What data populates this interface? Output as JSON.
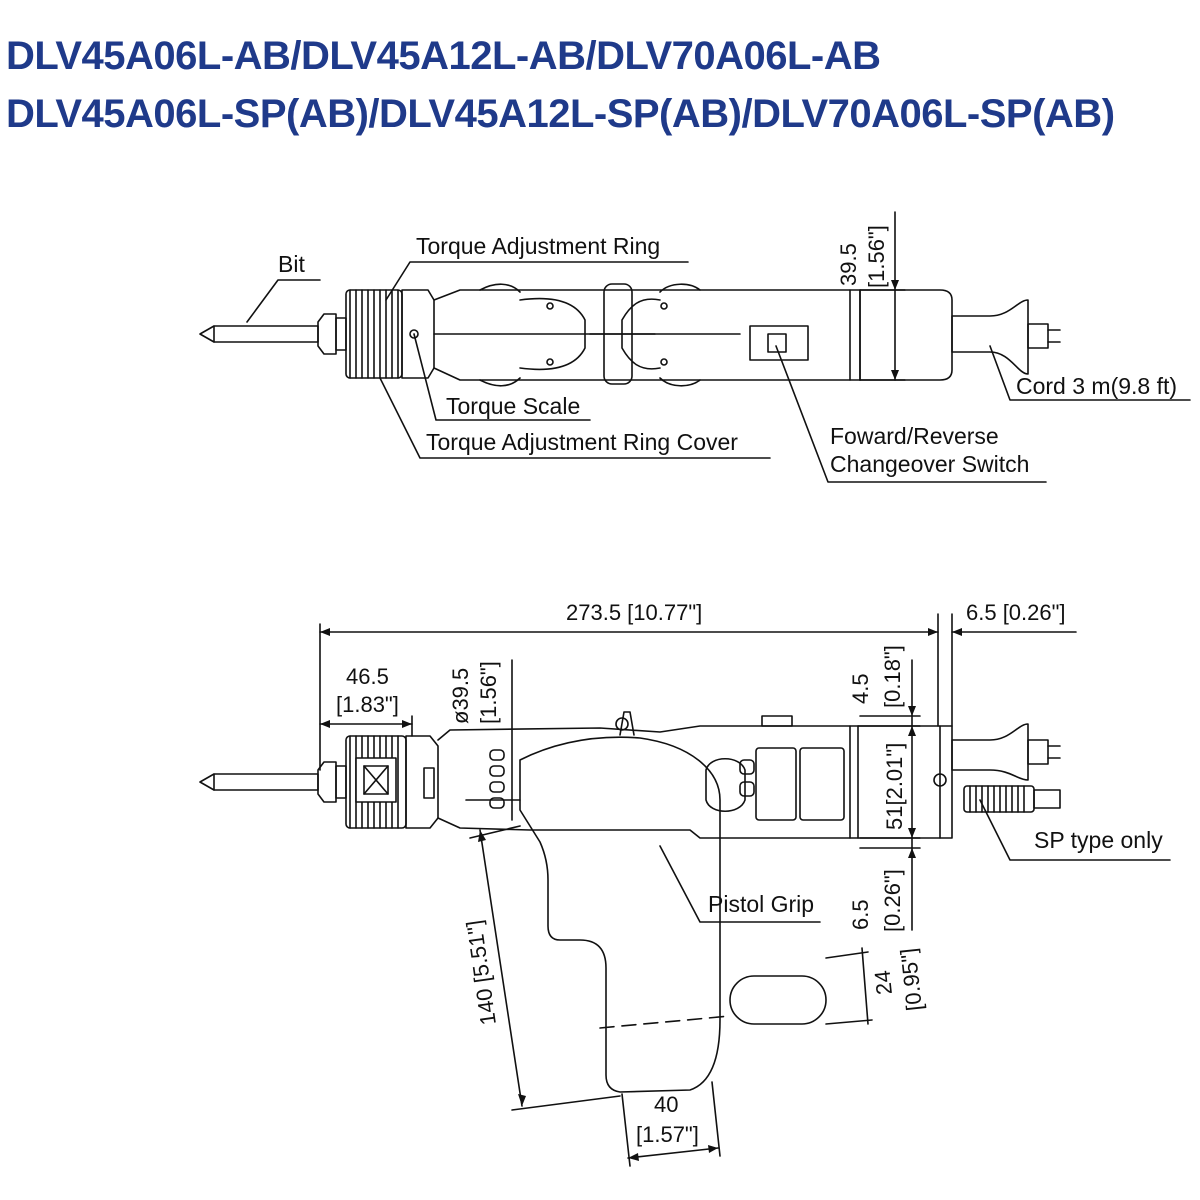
{
  "titles": {
    "line1": "DLV45A06L-AB/DLV45A12L-AB/DLV70A06L-AB",
    "line2": "DLV45A06L-SP(AB)/DLV45A12L-SP(AB)/DLV70A06L-SP(AB)"
  },
  "top_view": {
    "labels": {
      "bit": "Bit",
      "torque_ring": "Torque Adjustment Ring",
      "torque_scale": "Torque Scale",
      "ring_cover": "Torque Adjustment Ring Cover",
      "switch_line1": "Foward/Reverse",
      "switch_line2": "Changeover Switch",
      "cord": "Cord 3 m(9.8 ft)"
    },
    "dims": {
      "height_mm": "39.5",
      "height_in": "[1.56\"]"
    }
  },
  "side_view": {
    "labels": {
      "pistol_grip": "Pistol Grip",
      "sp_type": "SP type only"
    },
    "dims": {
      "overall": "273.5 [10.77\"]",
      "rear": "6.5 [0.26\"]",
      "front_mm": "46.5",
      "front_in": "[1.83\"]",
      "dia_mm": "ø39.5",
      "dia_in": "[1.56\"]",
      "top_mm": "4.5",
      "top_in": "[0.18\"]",
      "body_h": "51[2.01\"]",
      "bottom_mm": "6.5",
      "bottom_in": "[0.26\"]",
      "grip_len": "140 [5.51\"]",
      "grip_thk_mm": "24",
      "grip_thk_in": "[0.95\"]",
      "grip_w_mm": "40",
      "grip_w_in": "[1.57\"]"
    }
  }
}
